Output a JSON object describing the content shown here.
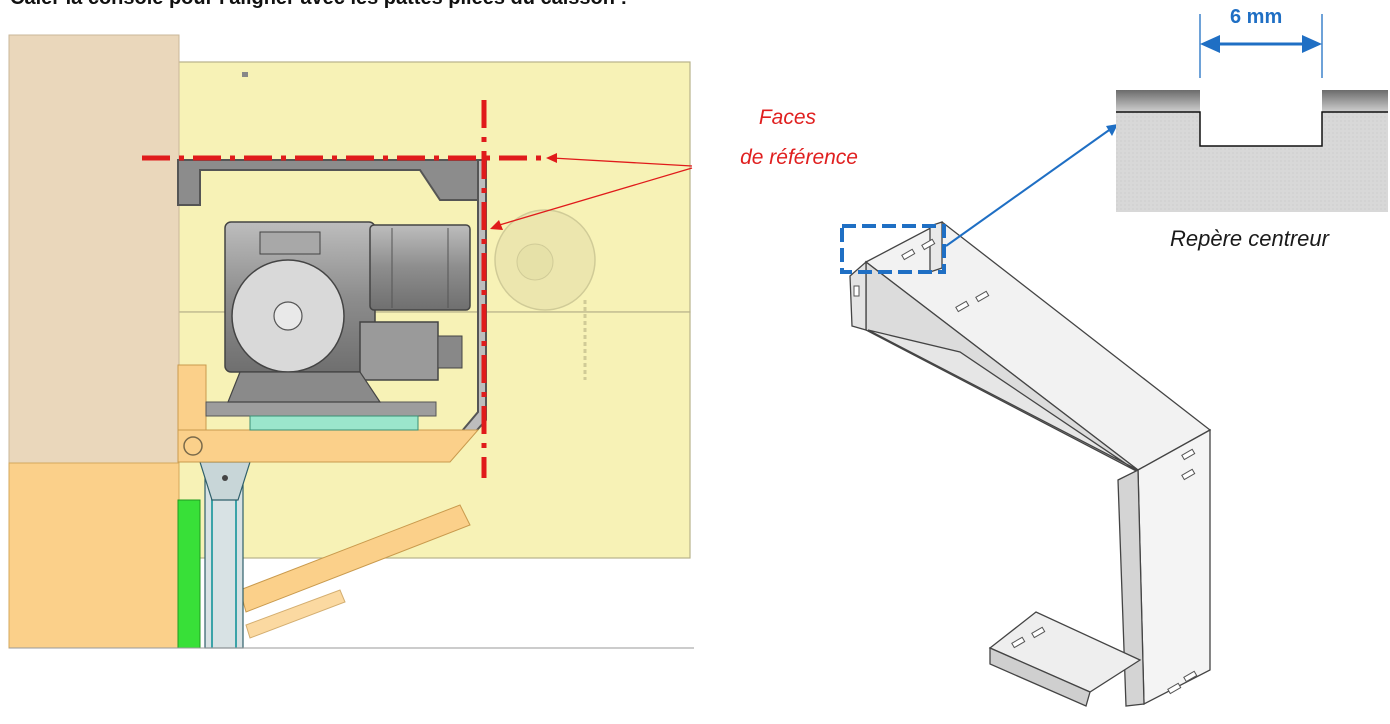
{
  "title": "Caler la console pour l'aligner avec les pattes pliées du caisson :",
  "labels": {
    "faces_line1": "Faces",
    "faces_line2": "de référence",
    "dimension": "6 mm",
    "repere": "Repère centreur"
  },
  "colors": {
    "reference_lines": "#e01b1b",
    "detail_callout": "#1f6fc4",
    "caisson_yellow": "#f7f2b6",
    "wall": "#ead7bb",
    "wood": "#fbd08a",
    "green": "#38e038"
  }
}
